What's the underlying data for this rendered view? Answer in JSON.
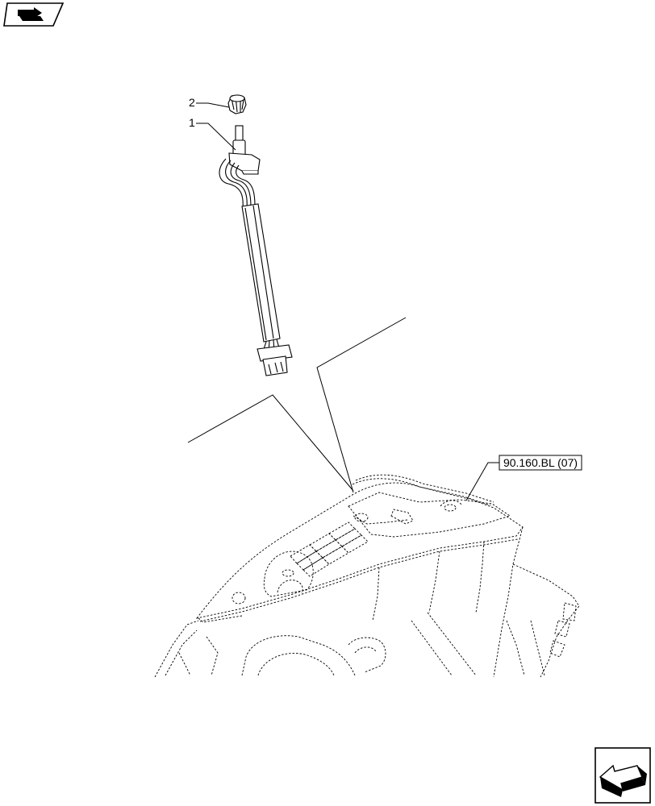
{
  "callouts": [
    {
      "number": "1",
      "part": "rotary switch with harness"
    },
    {
      "number": "2",
      "part": "knob"
    }
  ],
  "reference": {
    "label": "90.160.BL (07)"
  },
  "nav_icons": {
    "top_left": "book-arrow-icon",
    "bottom_right": "navigate-arrow-icon"
  },
  "colors": {
    "line": "#000000",
    "background": "#ffffff"
  }
}
